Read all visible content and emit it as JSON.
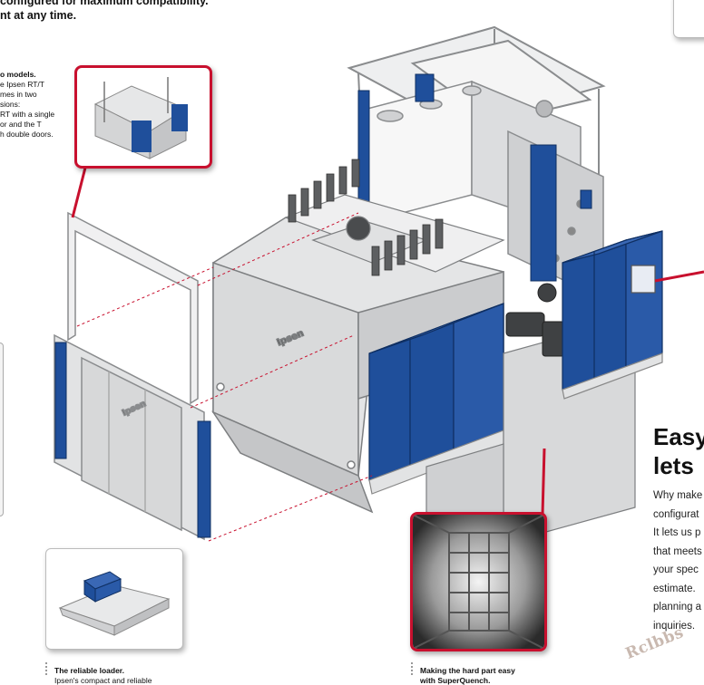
{
  "header": {
    "line1": "configured for maximum compatibility.",
    "line2": "nt at any time."
  },
  "models_text": {
    "title": "o models.",
    "lines": [
      "e Ipsen RT/T",
      "mes in two",
      "sions:",
      "RT with a single",
      "or and the T",
      "h double doors."
    ]
  },
  "branding": {
    "furnace_logo": "Ipsen",
    "door_logo": "Ipsen"
  },
  "easy_section": {
    "title_line1": "Easy",
    "title_line2": "lets",
    "body": [
      "Why make",
      "configurat",
      "It lets us p",
      "that meets",
      "your spec",
      "estimate.",
      "planning a",
      "inquiries."
    ]
  },
  "captions": {
    "loader_title": "The reliable loader.",
    "loader_text": "Ipsen's compact and reliable",
    "quench_title_line1": "Making the hard part easy",
    "quench_title_line2": "with SuperQuench."
  },
  "watermark": "Rclbbs",
  "colors": {
    "accent_red": "#c8102e",
    "panel_blue": "#1f4f9b",
    "machine_gray": "#d9dadb"
  }
}
